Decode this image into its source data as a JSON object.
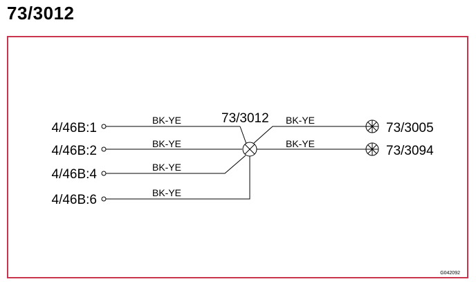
{
  "title": "73/3012",
  "splice_label": "73/3012",
  "wire_color": "BK-YE",
  "left_connectors": [
    "4/46B:1",
    "4/46B:2",
    "4/46B:4",
    "4/46B:6"
  ],
  "right_components": [
    "73/3005",
    "73/3094"
  ],
  "figure_id": "G042092",
  "colors": {
    "frame": "#c8334d",
    "line": "#000000"
  }
}
